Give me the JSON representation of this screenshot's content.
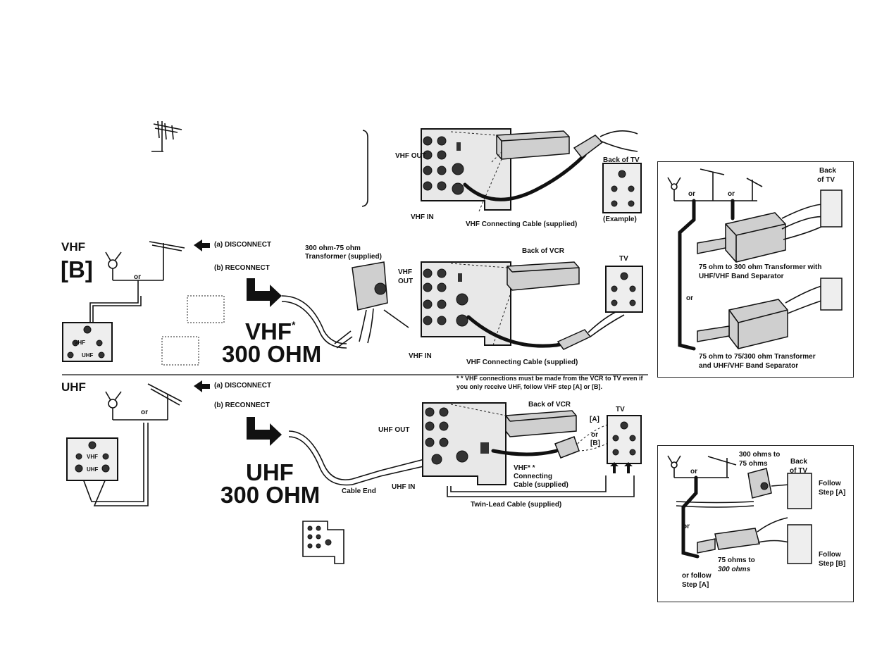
{
  "section_vhf": {
    "label": "VHF",
    "step": "[B]"
  },
  "section_uhf": {
    "label": "UHF"
  },
  "common": {
    "or": "or",
    "disconnect": "(a) DISCONNECT",
    "reconnect": "(b) RECONNECT",
    "vhf_out": "VHF OUT",
    "vhf_in": "VHF IN",
    "back_of_tv": "Back of TV",
    "back_of_vcr": "Back of VCR",
    "tv": "TV",
    "example": "(Example)",
    "vhf_connecting_cable": "VHF Connecting Cable (supplied)"
  },
  "vhf_section": {
    "transformer": "300 ohm-75 ohm Transformer (supplied)",
    "vhf_out_top": "VHF",
    "vhf_out_bottom": "OUT",
    "title_line1": "VHF",
    "title_star": "*",
    "title_line2": "300 OHM",
    "plate_vhf": "VHF",
    "plate_uhf": "UHF"
  },
  "uhf_section": {
    "note": "* * VHF connections must be made from the VCR to TV even if you only receive UHF, follow VHF step [A] or [B].",
    "uhf_out": "UHF OUT",
    "uhf_in": "UHF IN",
    "cable_end": "Cable End",
    "step_a": "[A]",
    "or_mid": "or",
    "step_b": "[B]",
    "vhf_cable_l1": "VHF* *",
    "vhf_cable_l2": "Connecting",
    "vhf_cable_l3": "Cable (supplied)",
    "twin_lead": "Twin-Lead Cable (supplied)",
    "title_line1": "UHF",
    "title_line2": "300 OHM",
    "plate_vhf": "VHF",
    "plate_uhf": "UHF"
  },
  "right_box1": {
    "back": "Back",
    "of_tv": "of TV",
    "or1": "or",
    "or2": "or",
    "or3": "or",
    "transformer1_l1": "75 ohm to 300 ohm Transformer with",
    "transformer1_l2": "UHF/VHF Band Separator",
    "transformer2_l1": "75 ohm to 75/300 ohm Transformer",
    "transformer2_l2": "and UHF/VHF Band Separator"
  },
  "right_box2": {
    "ohms_l1": "300 ohms to",
    "ohms_l2": "75 ohms",
    "back": "Back",
    "of_tv": "of TV",
    "or1": "or",
    "or2": "or",
    "follow_a_l1": "Follow",
    "follow_a_l2": "Step [A]",
    "follow_b_l1": "Follow",
    "follow_b_l2": "Step [B]",
    "ohms2_l1": "75 ohms to",
    "ohms2_l2": "300 ohms",
    "or_follow_l1": "or follow",
    "or_follow_l2": "Step [A]"
  }
}
